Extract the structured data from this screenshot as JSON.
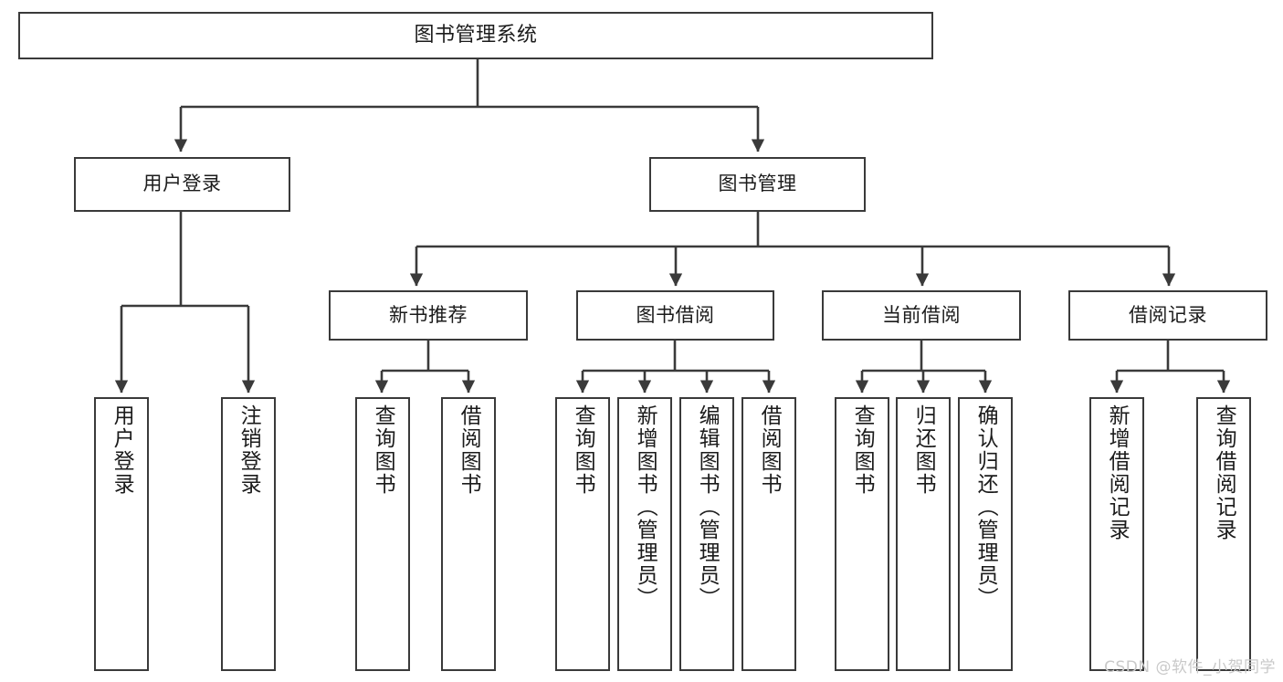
{
  "diagram": {
    "type": "tree-hierarchy",
    "title": "图书管理系统",
    "watermark": "CSDN @软件_小贺同学",
    "colors": {
      "stroke": "#3a3a3a",
      "fill": "#ffffff",
      "text": "#1b1b1b",
      "watermark": "#c9c9c9"
    },
    "nodes": {
      "root": {
        "label": "图书管理系统"
      },
      "level2": [
        {
          "id": "user-login",
          "label": "用户登录"
        },
        {
          "id": "book-manage",
          "label": "图书管理"
        }
      ],
      "level3": [
        {
          "id": "new-book-recommend",
          "label": "新书推荐"
        },
        {
          "id": "book-borrow",
          "label": "图书借阅"
        },
        {
          "id": "current-borrow",
          "label": "当前借阅"
        },
        {
          "id": "borrow-record",
          "label": "借阅记录"
        }
      ],
      "leaves": {
        "user-login": [
          {
            "id": "leaf-user-login",
            "label": "用户登录"
          },
          {
            "id": "leaf-logout-login",
            "label": "注销登录"
          }
        ],
        "new-book-recommend": [
          {
            "id": "leaf-query-book-1",
            "label": "查询图书"
          },
          {
            "id": "leaf-borrow-book-1",
            "label": "借阅图书"
          }
        ],
        "book-borrow": [
          {
            "id": "leaf-query-book-2",
            "label": "查询图书"
          },
          {
            "id": "leaf-add-book-admin",
            "label": "新增图书（管理员）"
          },
          {
            "id": "leaf-edit-book-admin",
            "label": "编辑图书（管理员）"
          },
          {
            "id": "leaf-borrow-book-2",
            "label": "借阅图书"
          }
        ],
        "current-borrow": [
          {
            "id": "leaf-query-book-3",
            "label": "查询图书"
          },
          {
            "id": "leaf-return-book",
            "label": "归还图书"
          },
          {
            "id": "leaf-confirm-return-admin",
            "label": "确认归还（管理员）"
          }
        ],
        "borrow-record": [
          {
            "id": "leaf-add-borrow-record",
            "label": "新增借阅记录"
          },
          {
            "id": "leaf-query-borrow-record",
            "label": "查询借阅记录"
          }
        ]
      }
    }
  }
}
